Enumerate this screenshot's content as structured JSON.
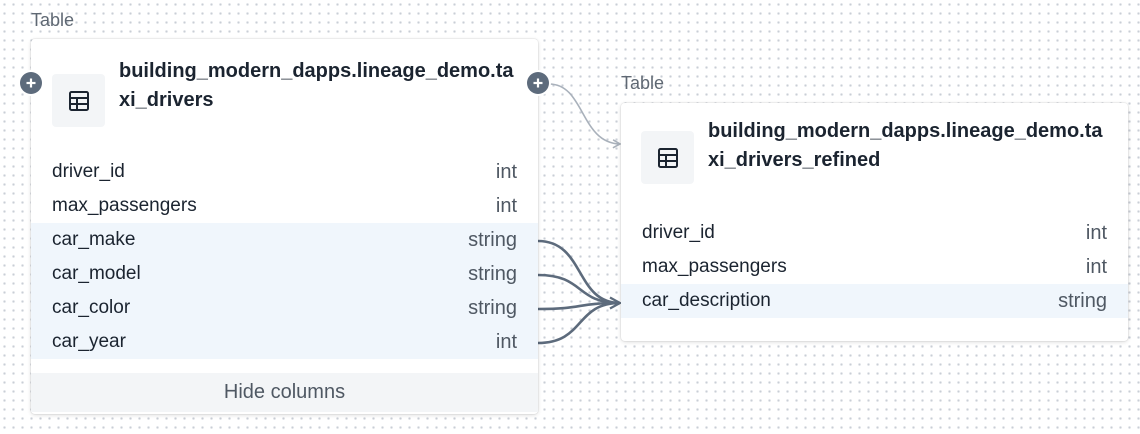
{
  "nodes": [
    {
      "type_label": "Table",
      "title": "building_modern_dapps.lineage_demo.taxi_drivers",
      "columns": [
        {
          "name": "driver_id",
          "type": "int",
          "highlighted": false
        },
        {
          "name": "max_passengers",
          "type": "int",
          "highlighted": false
        },
        {
          "name": "car_make",
          "type": "string",
          "highlighted": true
        },
        {
          "name": "car_model",
          "type": "string",
          "highlighted": true
        },
        {
          "name": "car_color",
          "type": "string",
          "highlighted": true
        },
        {
          "name": "car_year",
          "type": "int",
          "highlighted": true
        }
      ],
      "hide_columns_label": "Hide columns"
    },
    {
      "type_label": "Table",
      "title": "building_modern_dapps.lineage_demo.taxi_drivers_refined",
      "columns": [
        {
          "name": "driver_id",
          "type": "int",
          "highlighted": false
        },
        {
          "name": "max_passengers",
          "type": "int",
          "highlighted": false
        },
        {
          "name": "car_description",
          "type": "string",
          "highlighted": true
        }
      ]
    }
  ],
  "icons": {
    "table": "table-icon",
    "expand": "plus-icon"
  },
  "colors": {
    "edge": "#5d6b7c",
    "edge_light": "#a9b1bb",
    "highlight_row": "#f0f6fc",
    "button": "#5d6b7c"
  }
}
